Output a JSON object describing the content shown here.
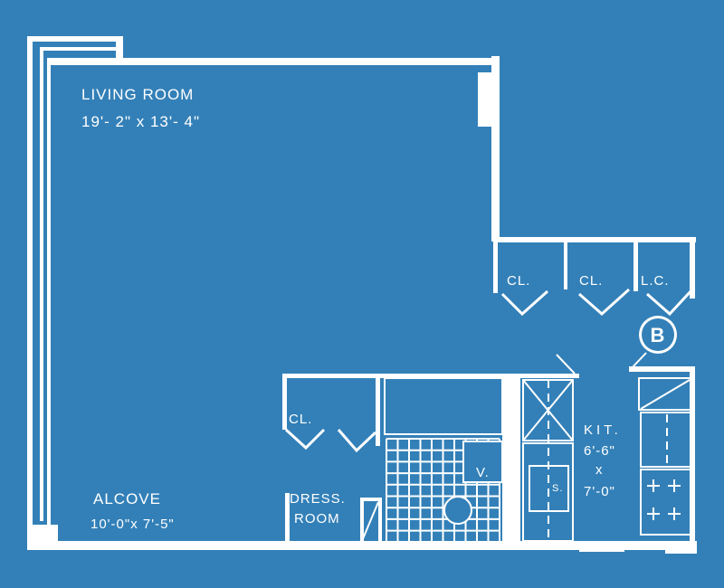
{
  "plan": {
    "living_room": {
      "name": "LIVING ROOM",
      "dims": "19'- 2\" x  13'- 4\""
    },
    "alcove": {
      "name": "ALCOVE",
      "dims": "10'-0\"x 7'-5\""
    },
    "kitchen": {
      "name": "KIT.",
      "dim_a": "6'-6\"",
      "dim_x": "x",
      "dim_b": "7'-0\""
    },
    "dressing_room": {
      "line1": "DRESS.",
      "line2": "ROOM"
    },
    "closets": [
      "CL.",
      "CL.",
      "L.C.",
      "CL."
    ],
    "vanity": "V.",
    "sink": "S.",
    "unit_badge": "B"
  },
  "colors": {
    "background": "#3380b8",
    "lines": "#ffffff"
  }
}
